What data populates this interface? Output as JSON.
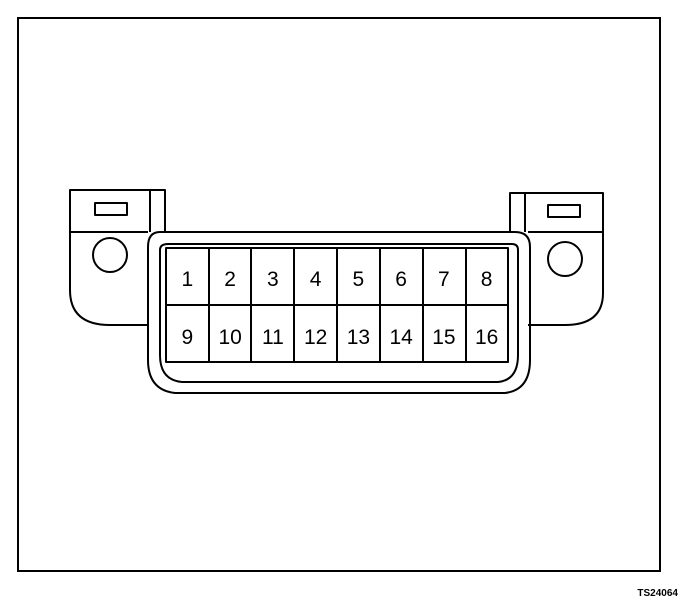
{
  "diagram": {
    "figure_code": "TS24064",
    "pins_top_row": [
      "1",
      "2",
      "3",
      "4",
      "5",
      "6",
      "7",
      "8"
    ],
    "pins_bottom_row": [
      "9",
      "10",
      "11",
      "12",
      "13",
      "14",
      "15",
      "16"
    ]
  }
}
